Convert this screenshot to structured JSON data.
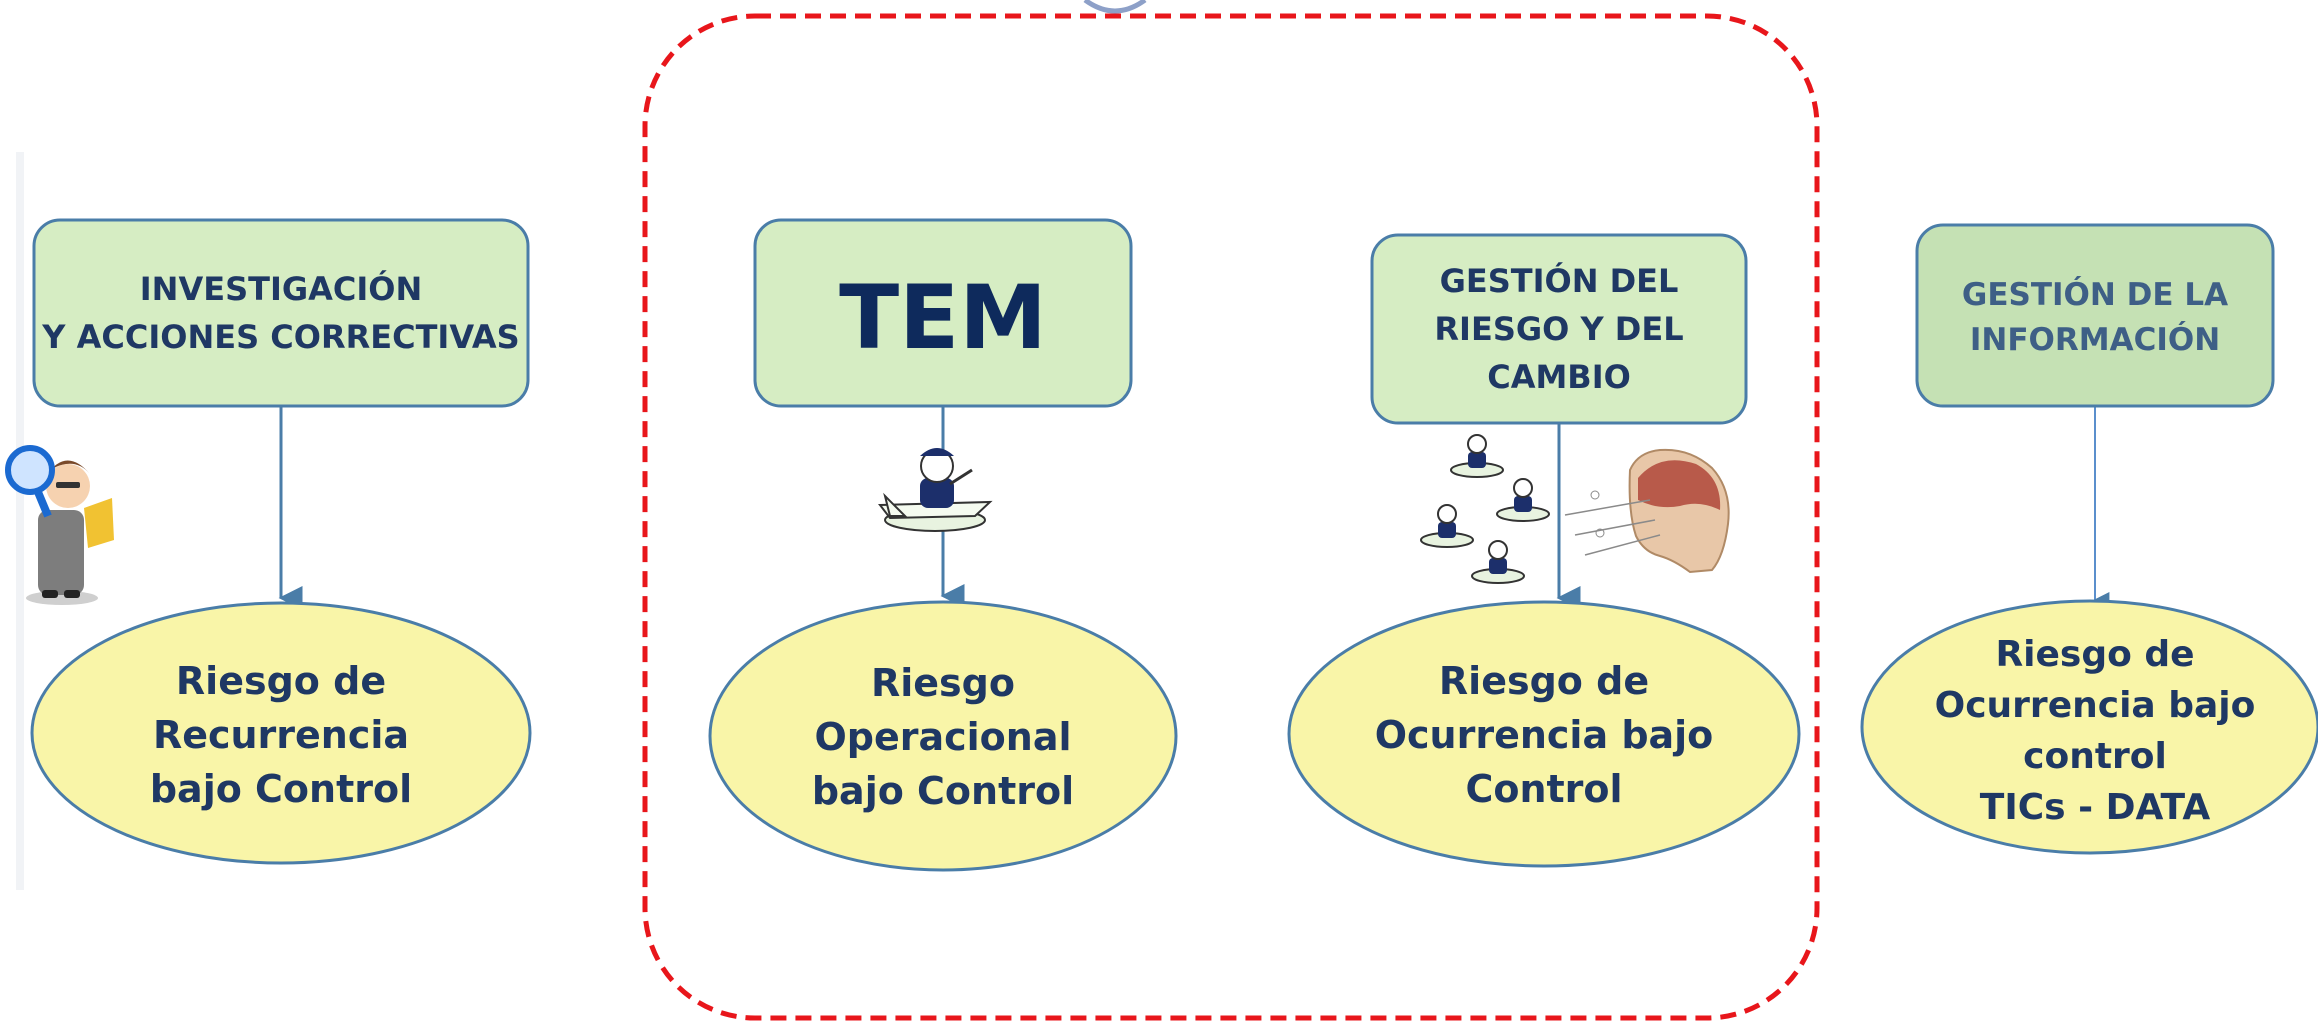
{
  "boxes": [
    {
      "id": "investigacion",
      "lines": [
        "INVESTIGACIÓN",
        "Y ACCIONES CORRECTIVAS"
      ]
    },
    {
      "id": "tem",
      "lines": [
        "TEM"
      ]
    },
    {
      "id": "gestion-riesgo",
      "lines": [
        "GESTIÓN DEL",
        "RIESGO Y DEL",
        "CAMBIO"
      ]
    },
    {
      "id": "gestion-info",
      "lines": [
        "GESTIÓN DE LA",
        "INFORMACIÓN"
      ]
    }
  ],
  "ovals": [
    {
      "id": "recurrencia",
      "lines": [
        "Riesgo de",
        "Recurrencia",
        "bajo Control"
      ]
    },
    {
      "id": "operacional",
      "lines": [
        "Riesgo",
        "Operacional",
        "bajo Control"
      ]
    },
    {
      "id": "ocurrencia",
      "lines": [
        "Riesgo de",
        "Ocurrencia bajo",
        "Control"
      ]
    },
    {
      "id": "tics",
      "lines": [
        "Riesgo de",
        "Ocurrencia bajo",
        "control",
        "TICs - DATA"
      ]
    }
  ],
  "colors": {
    "box_fill": "#d6edc3",
    "box_fill_alt": "#c5e1b4",
    "box_stroke": "#4a7da8",
    "oval_fill": "#f9f5a8",
    "oval_stroke": "#4a7da8",
    "text": "#1f3864",
    "dashed_frame": "#e8161b",
    "arrow": "#4a7da8"
  },
  "icons": [
    "detective-icon",
    "pilot-plane-icon",
    "pilots-group-icon",
    "brain-diagram-icon"
  ]
}
